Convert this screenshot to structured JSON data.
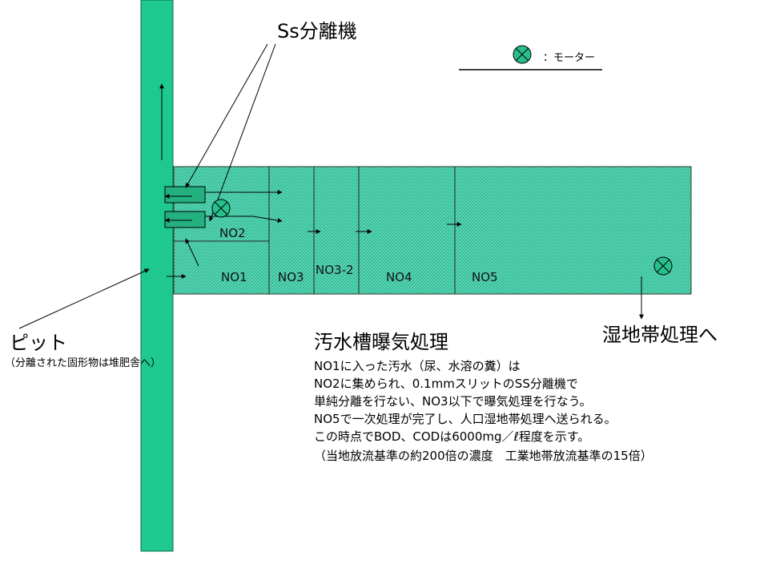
{
  "separator_label": "Ss分離機",
  "legend": {
    "motor_text": "：モーター"
  },
  "pit": {
    "title": "ピット",
    "note": "（分離された固形物は堆肥舎へ）"
  },
  "wetland_label": "湿地帯処理へ",
  "tanks": {
    "no1": "NO1",
    "no2": "NO2",
    "no3": "NO3",
    "no3_2": "NO3-2",
    "no4": "NO4",
    "no5": "NO5"
  },
  "description": {
    "title": "汚水槽曝気処理",
    "lines": [
      "NO1に入った汚水（尿、水溶の糞）は",
      "NO2に集められ、0.1mmスリットのSS分離機で",
      "単純分離を行ない、NO3以下で曝気処理を行なう。",
      "NO5で一次処理が完了し、人口湿地帯処理へ送られる。",
      "この時点でBOD、CODは6000mg／ℓ程度を示す。",
      "（当地放流基準の約200倍の濃度　工業地帯放流基準の15倍）"
    ]
  },
  "colors": {
    "pipe": "#1ec88f",
    "tank_fill": "#2fbf99",
    "motor_fill": "#27c08d",
    "separator_fill": "#24b07f"
  }
}
